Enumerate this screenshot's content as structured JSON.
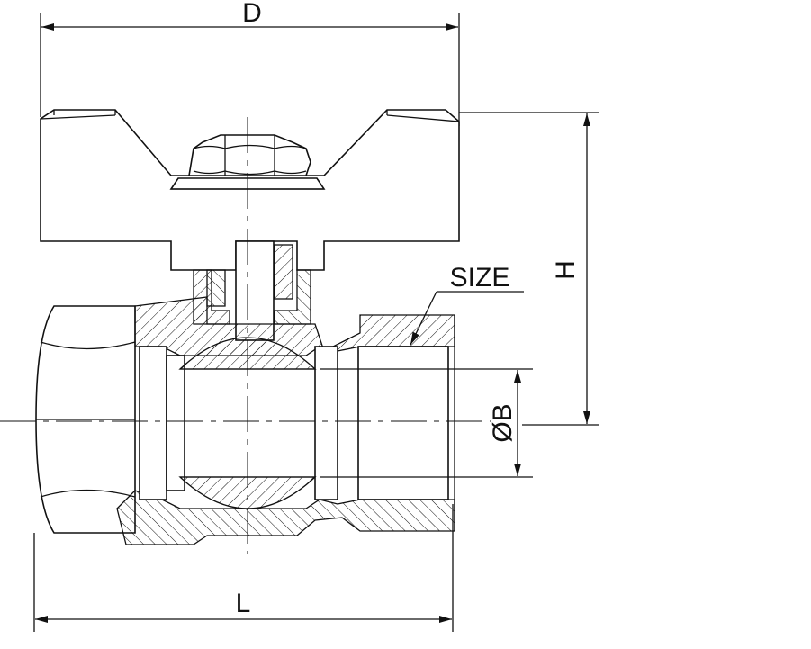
{
  "drawing": {
    "dimensions": {
      "width_label": "D",
      "height_label": "H",
      "size_label": "SIZE",
      "bore_label": "ØB",
      "length_label": "L"
    }
  }
}
